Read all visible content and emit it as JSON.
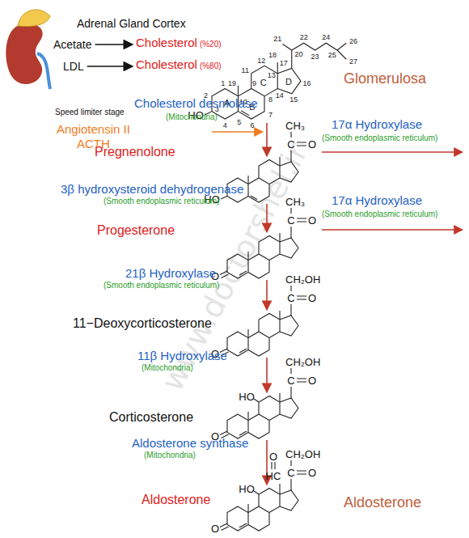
{
  "diagram": {
    "nodes": [
      {
        "text": [
          "Acetate"
        ]
      },
      {
        "text": [
          "Cholesterol",
          "(%20)"
        ]
      },
      {
        "text": [
          "LDL"
        ]
      },
      {
        "text": [
          "Cholesterol",
          "(%80)"
        ]
      },
      {
        "text": [
          "HO"
        ]
      },
      {
        "text": [
          "Pregnenolone",
          "CH₃",
          "C",
          "O",
          "HO"
        ]
      },
      {
        "text": [
          "Progesterone",
          "CH₃",
          "C",
          "O",
          "O"
        ]
      },
      {
        "text": [
          "11−Deoxycorticosterone",
          "CH₂OH",
          "C",
          "O",
          "O"
        ]
      },
      {
        "text": [
          "Corticosterone",
          "CH₂OH",
          "C",
          "O",
          "HO",
          "O"
        ]
      },
      {
        "text": [
          "Aldosterone",
          "CH₂OH",
          "O",
          "HC",
          "C",
          "O",
          "HO",
          "O"
        ]
      }
    ],
    "edges": [
      {
        "from": 0,
        "to": 1,
        "arrow": "to"
      },
      {
        "from": 2,
        "to": 3,
        "arrow": "to"
      },
      {
        "from": 4,
        "to": 5,
        "arrow": "to"
      },
      {
        "from": 5,
        "to": 6,
        "arrow": "to"
      },
      {
        "from": 6,
        "to": 7,
        "arrow": "to"
      },
      {
        "from": 7,
        "to": 8,
        "arrow": "to"
      },
      {
        "from": 8,
        "to": 9,
        "arrow": "to"
      }
    ],
    "labels": [
      "Adrenal Gland Cortex",
      "1",
      "2",
      "3",
      "4",
      "5",
      "6",
      "7",
      "8",
      "9",
      "10",
      "11",
      "12",
      "13",
      "14",
      "15",
      "16",
      "17",
      "18",
      "19",
      "20",
      "21",
      "22",
      "23",
      "24",
      "25",
      "26",
      "27",
      "A",
      "B",
      "C",
      "D",
      "Glomerulosa",
      "Speed limiter stage",
      "Cholesterol desmolase",
      "(Mitochondria)",
      "Angiotensin II",
      "ACTH",
      "17α Hydroxylase",
      "(Smooth endoplasmic reticulum)",
      "3β hydroxysteroid dehydrogenase",
      "(Smooth endoplasmic reticulum)",
      "17α Hydroxylase",
      "(Smooth endoplasmic reticulum)",
      "21β Hydroxylase",
      "(Smooth endoplasmic reticulum)",
      "11β Hydroxylase",
      "(Mitochondria)",
      "Aldosterone synthase",
      "(Mitochondria)",
      "Aldosterone",
      "www.doctorshel.ir"
    ]
  }
}
